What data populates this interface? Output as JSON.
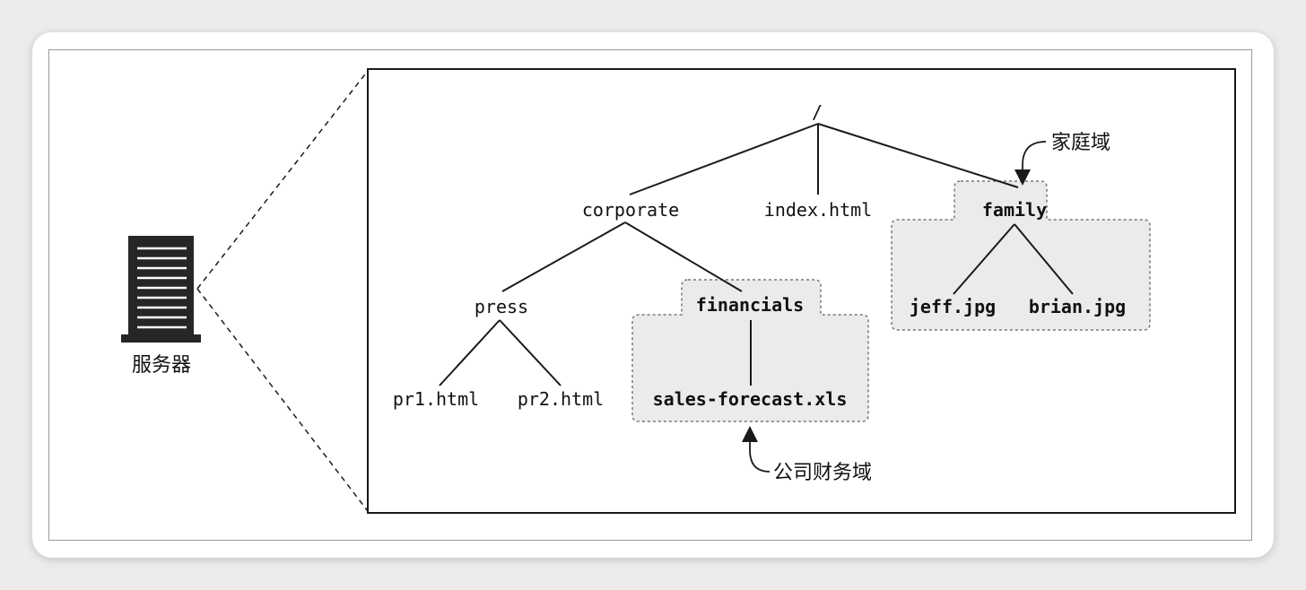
{
  "server": {
    "label": "服务器"
  },
  "tree": {
    "root": "/",
    "corporate": "corporate",
    "index": "index.html",
    "family": "family",
    "press": "press",
    "financials": "financials",
    "pr1": "pr1.html",
    "pr2": "pr2.html",
    "sales": "sales-forecast.xls",
    "jeff": "jeff.jpg",
    "brian": "brian.jpg"
  },
  "annotations": {
    "family_domain": "家庭域",
    "finance_domain": "公司财务域"
  },
  "colors": {
    "domain_fill": "#ebebeb",
    "domain_border": "#777777",
    "line": "#1a1a1a"
  }
}
